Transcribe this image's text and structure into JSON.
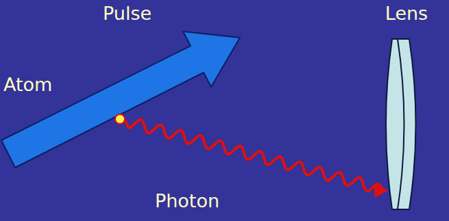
{
  "diagram": {
    "nodes": [
      {
        "text": [
          "Atom"
        ]
      },
      {
        "text": [
          "Lens"
        ]
      }
    ],
    "edges": [
      {
        "from": 0,
        "to": 1,
        "arrow": "to",
        "label": "Photon"
      }
    ],
    "labels": [
      "Pulse"
    ]
  }
}
